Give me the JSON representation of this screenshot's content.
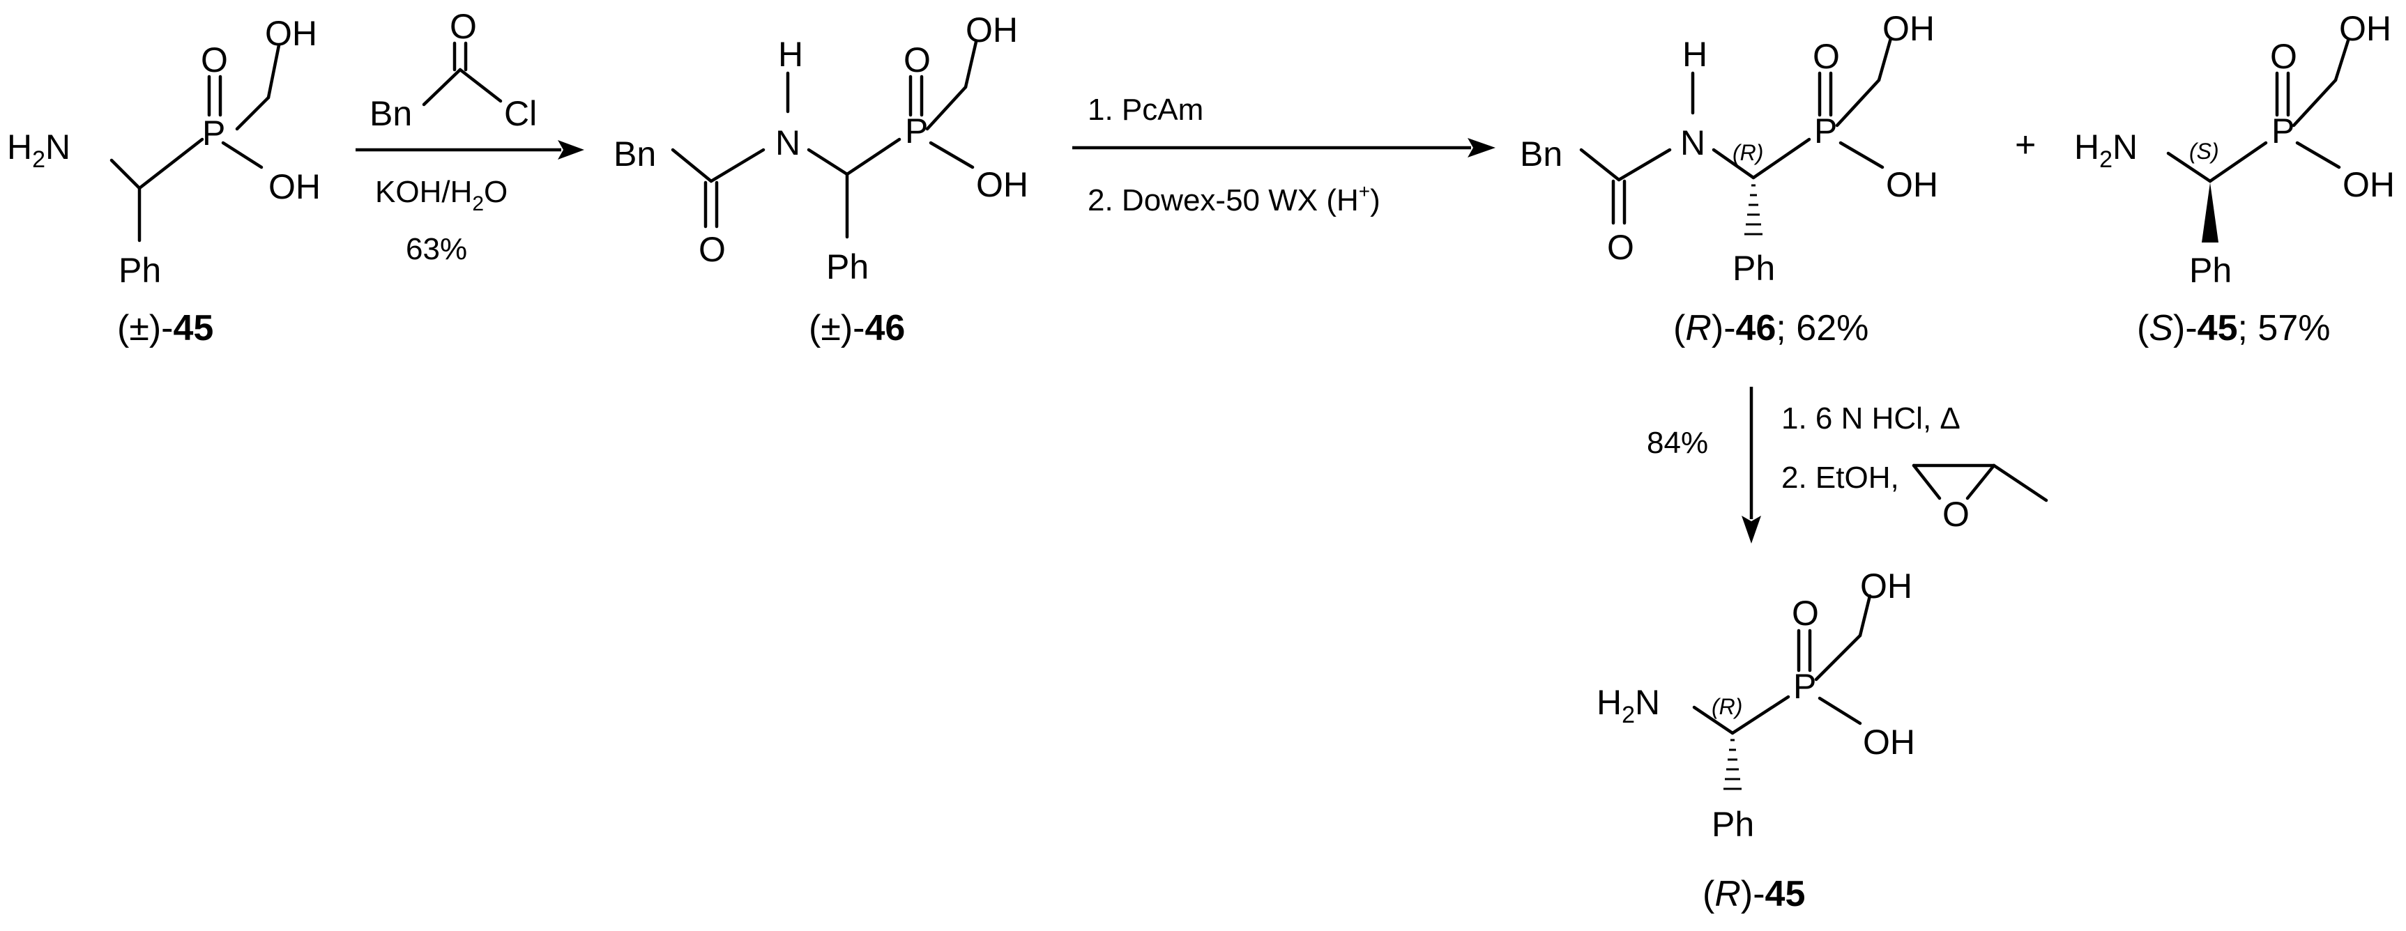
{
  "atoms": {
    "oh": "OH",
    "o": "O",
    "p": "P",
    "h2n": "H2N",
    "ph": "Ph",
    "h": "H",
    "n": "N",
    "bn": "Bn",
    "cl": "Cl",
    "r_desc": "(R)",
    "s_desc": "(S)"
  },
  "compounds": [
    {
      "id": "rac-45",
      "prefix": "(±)-",
      "number": "45",
      "suffix": ""
    },
    {
      "id": "rac-46",
      "prefix": "(±)-",
      "number": "46",
      "suffix": ""
    },
    {
      "id": "R-46",
      "prefix": "(",
      "stereo": "R",
      "mid": ")-",
      "number": "46",
      "suffix": "; 62%"
    },
    {
      "id": "S-45",
      "prefix": "(",
      "stereo": "S",
      "mid": ")-",
      "number": "45",
      "suffix": "; 57%"
    },
    {
      "id": "R-45",
      "prefix": "(",
      "stereo": "R",
      "mid": ")-",
      "number": "45",
      "suffix": ""
    }
  ],
  "step1": {
    "base": "KOH/H",
    "sub": "2",
    "tail": "O",
    "yield": "63%"
  },
  "step2": {
    "line1": "1. PcAm",
    "line2_a": "2. Dowex-50 WX (H",
    "line2_sup": "+",
    "line2_b": ")"
  },
  "step3": {
    "yield": "84%",
    "line1": "1. 6 N HCl, Δ",
    "line2": "2. EtOH,"
  },
  "plus": "+"
}
